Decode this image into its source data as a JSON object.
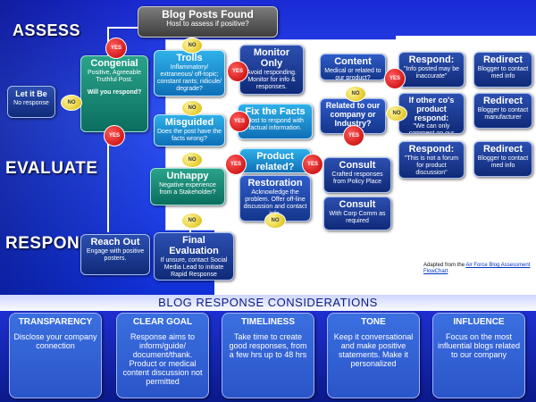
{
  "sections": {
    "assess": "ASSESS",
    "evaluate": "EVALUATE",
    "respond": "RESPOND"
  },
  "boxes": {
    "blog_found": {
      "title": "Blog Posts Found",
      "desc": "Host to assess if positive?"
    },
    "let_it_be": {
      "title": "Let it Be",
      "desc": "No response"
    },
    "congenial": {
      "title": "Congenial",
      "desc": "Positive, Agreeable Truthful Post.",
      "question": "Will you respond?"
    },
    "trolls": {
      "title": "Trolls",
      "desc": "Inflammatory/ extraneous/ off-topic; constant rants; ridicule/ degrade?"
    },
    "monitor": {
      "title": "Monitor Only",
      "desc": "Avoid responding. Monitor for info & responses."
    },
    "misguided": {
      "title": "Misguided",
      "desc": "Does the post have the facts wrong?"
    },
    "fix_facts": {
      "title": "Fix the Facts",
      "desc": "Host to respond with factual information."
    },
    "unhappy": {
      "title": "Unhappy",
      "desc": "Negative experience from a Stakeholder?"
    },
    "product_related": {
      "title": "Product related?",
      "desc": ""
    },
    "restoration": {
      "title": "Restoration",
      "desc": "Acknowledge the problem. Offer off-line discussion and contact info."
    },
    "content": {
      "title": "Content",
      "desc": "Medical or related to our product?"
    },
    "related_company": {
      "title": "Related to our company or Industry?",
      "desc": ""
    },
    "consult1": {
      "title": "Consult",
      "desc": "Crafted responses from Policy Place"
    },
    "consult2": {
      "title": "Consult",
      "desc": "With Corp Comm as required"
    },
    "respond1": {
      "title": "Respond:",
      "desc": "\"Info posted may be inaccurate\""
    },
    "respond2": {
      "title": "If other co's product respond:",
      "desc": "\"We can only comment on our products\""
    },
    "respond3": {
      "title": "Respond:",
      "desc": "\"This is not a forum for product discussion\""
    },
    "redirect1": {
      "title": "Redirect",
      "desc": "Blogger to contact med info"
    },
    "redirect2": {
      "title": "Redirect",
      "desc": "Blogger to contact manufacturer"
    },
    "redirect3": {
      "title": "Redirect",
      "desc": "Blogger to contact med info"
    },
    "reach_out": {
      "title": "Reach Out",
      "desc": "Engage with positive posters."
    },
    "final_eval": {
      "title": "Final Evaluation",
      "desc": "If unsure, contact Social Media Lead to initiate Rapid Response"
    }
  },
  "labels": {
    "yes": "YES",
    "no": "NO"
  },
  "credit": {
    "prefix": "Adapted from the",
    "link": "Air Force Blog Assessment FlowChart"
  },
  "considerations": {
    "title": "BLOG RESPONSE CONSIDERATIONS",
    "cards": [
      {
        "title": "TRANSPARENCY",
        "desc": "Disclose your company connection"
      },
      {
        "title": "CLEAR GOAL",
        "desc": "Response aims to inform/guide/ document/thank. Product or medical content discussion not permitted"
      },
      {
        "title": "TIMELINESS",
        "desc": "Take time to create good responses, from a few hrs up to 48 hrs"
      },
      {
        "title": "TONE",
        "desc": "Keep it conversational and make positive statements. Make it personalized"
      },
      {
        "title": "INFLUENCE",
        "desc": "Focus on the most influential blogs related to our company"
      }
    ]
  }
}
